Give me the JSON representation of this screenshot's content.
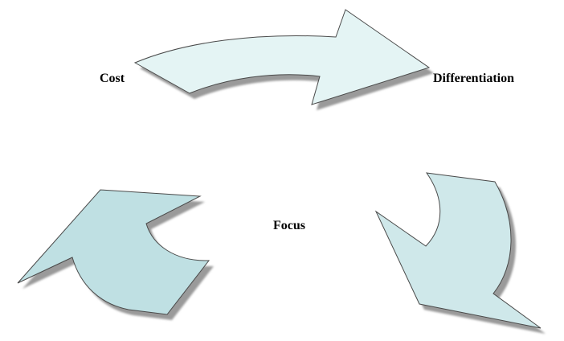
{
  "labels": {
    "cost": "Cost",
    "differentiation": "Differentiation",
    "focus": "Focus"
  },
  "colors": {
    "arrow_top": "#e4f4f4",
    "arrow_right": "#cfe8ea",
    "arrow_left": "#bfe0e3",
    "outline": "#4a4a4a",
    "shadow": "#9a9a9a",
    "text": "#000000"
  }
}
